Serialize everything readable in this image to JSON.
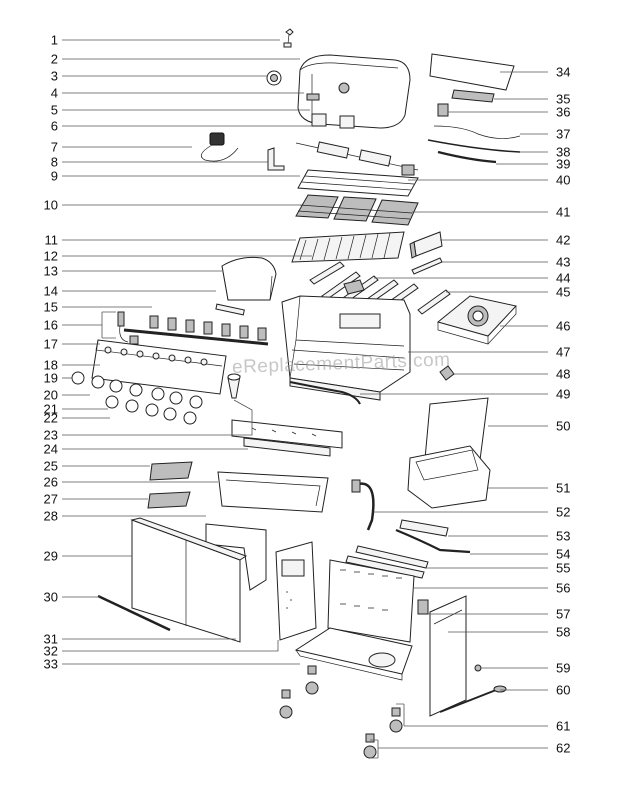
{
  "watermark": "eReplacementParts.com",
  "left_callouts": [
    "1",
    "2",
    "3",
    "4",
    "5",
    "6",
    "7",
    "8",
    "9",
    "10",
    "11",
    "12",
    "13",
    "14",
    "15",
    "16",
    "17",
    "18",
    "19",
    "20",
    "21",
    "22",
    "23",
    "24",
    "25",
    "26",
    "27",
    "28",
    "29",
    "30",
    "31",
    "32",
    "33"
  ],
  "right_callouts": [
    "34",
    "35",
    "36",
    "37",
    "38",
    "39",
    "40",
    "41",
    "42",
    "43",
    "44",
    "45",
    "46",
    "47",
    "48",
    "49",
    "50",
    "51",
    "52",
    "53",
    "54",
    "55",
    "56",
    "57",
    "58",
    "59",
    "60",
    "61",
    "62"
  ]
}
